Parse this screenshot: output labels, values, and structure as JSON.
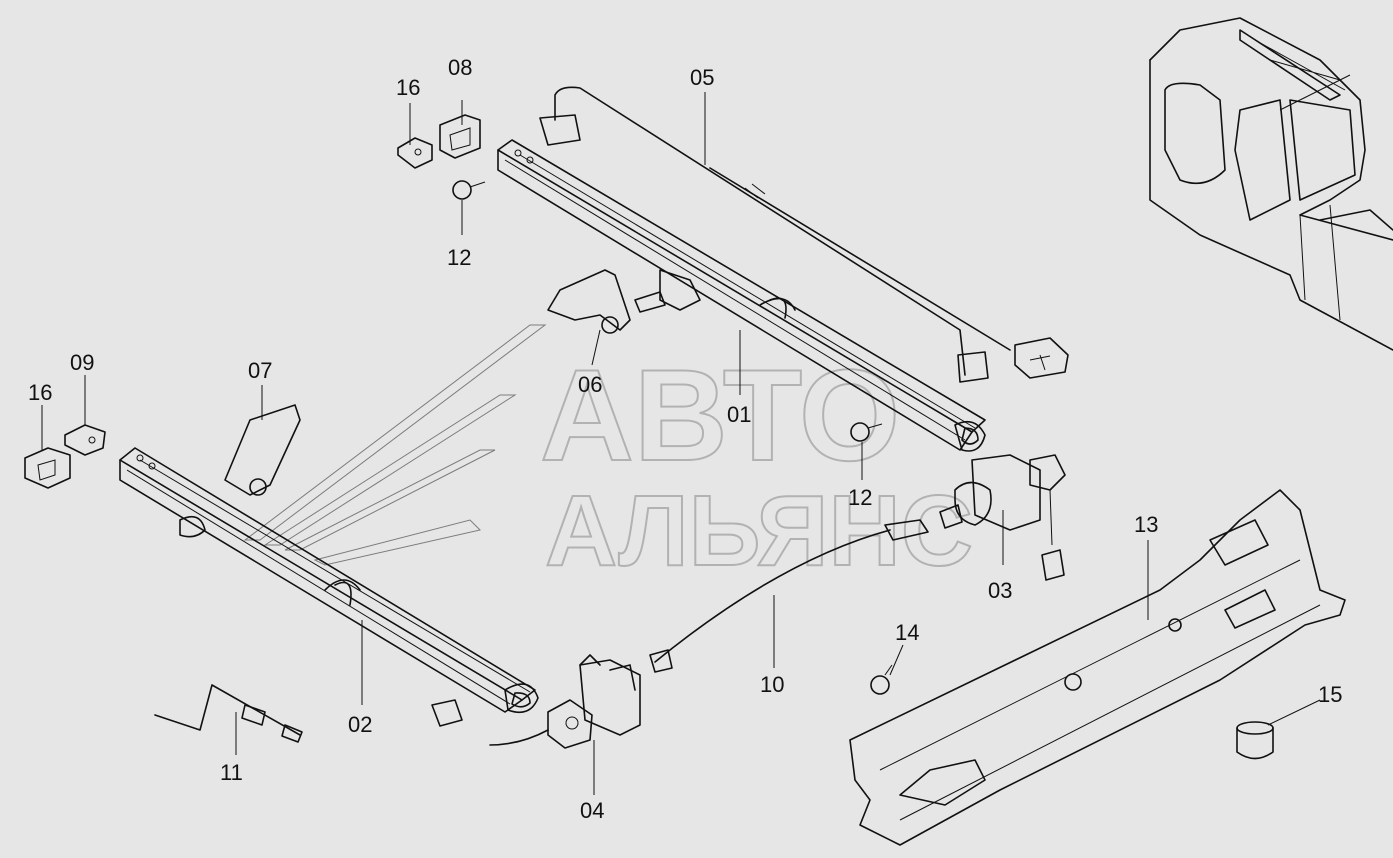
{
  "labels": {
    "p01": "01",
    "p02": "02",
    "p03": "03",
    "p04": "04",
    "p05": "05",
    "p06": "06",
    "p07": "07",
    "p08": "08",
    "p09": "09",
    "p10": "10",
    "p11": "11",
    "p12a": "12",
    "p12b": "12",
    "p13": "13",
    "p14": "14",
    "p15": "15",
    "p16a": "16",
    "p16b": "16"
  },
  "watermark": {
    "line1": "АВТО",
    "line2": "АЛЬЯНС"
  },
  "colors": {
    "background": "#e6e6e6",
    "ink": "#111111",
    "watermark": "#888888"
  }
}
